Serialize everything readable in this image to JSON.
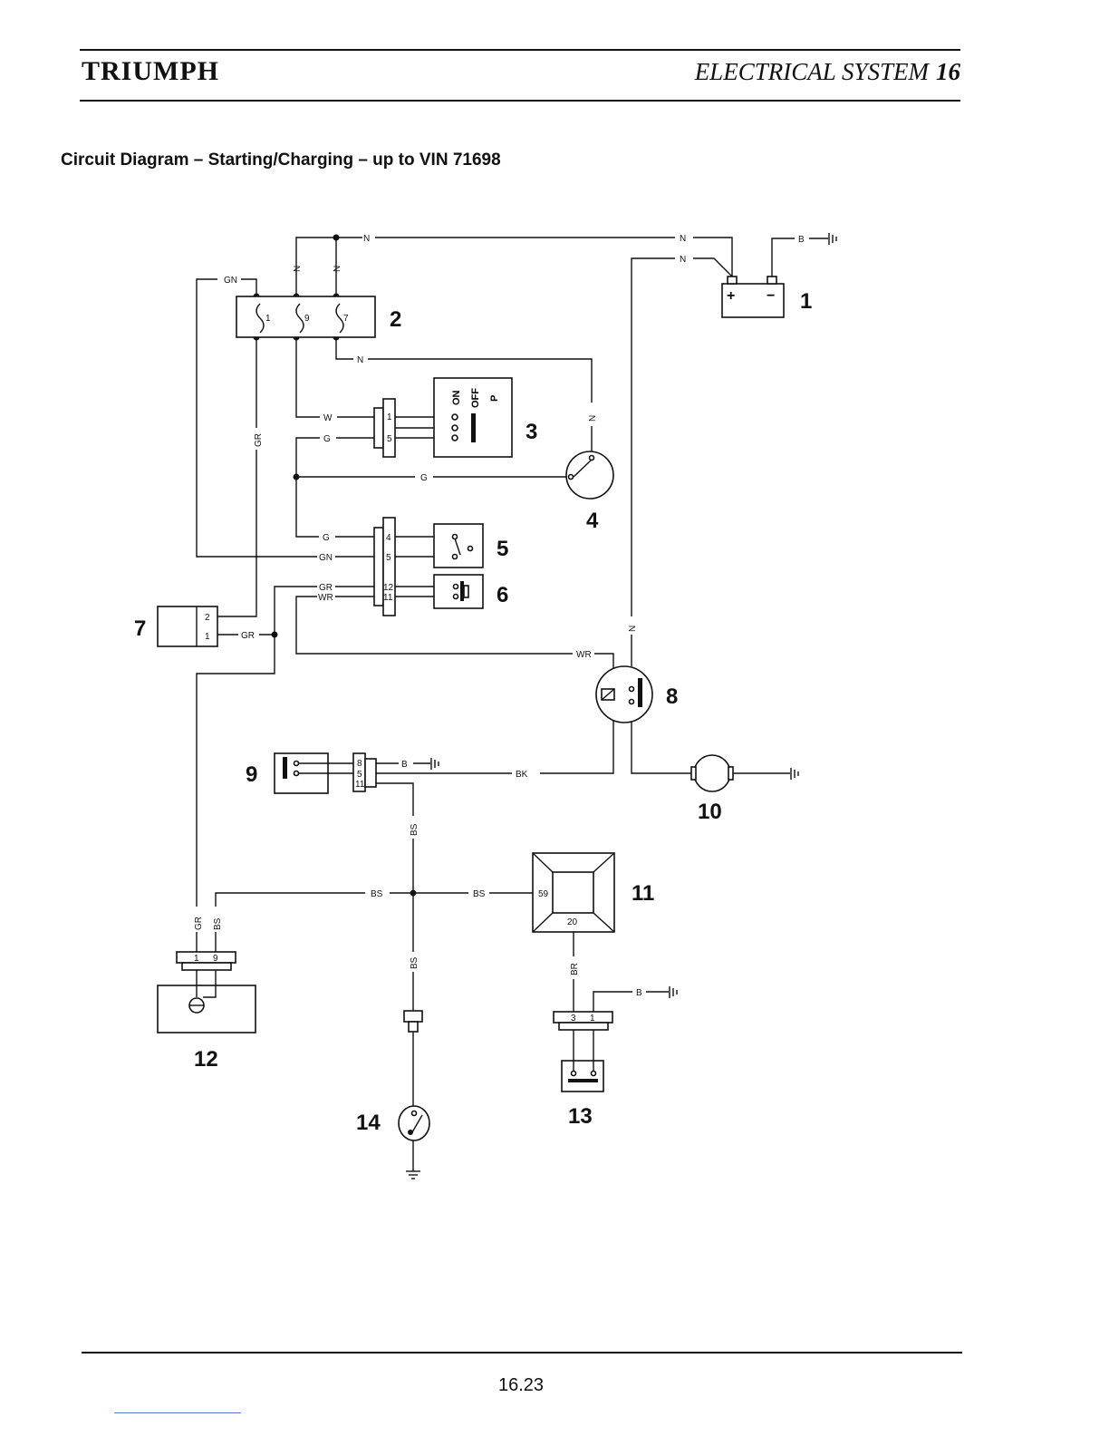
{
  "header": {
    "brand": "TRIUMPH",
    "section_title": "ELECTRICAL SYSTEM",
    "section_number": "16"
  },
  "page": {
    "title": "Circuit Diagram – Starting/Charging – up to VIN 71698",
    "page_number": "16.23"
  },
  "diagram": {
    "wire_labels": {
      "n": "N",
      "gn": "GN",
      "gr": "GR",
      "w": "W",
      "g": "G",
      "wr": "WR",
      "bk": "BK",
      "bs": "BS",
      "br": "BR",
      "b": "B"
    },
    "battery_terminals": {
      "pos": "+",
      "neg": "−"
    },
    "switch_positions": {
      "on": "ON",
      "off": "OFF",
      "p": "P"
    },
    "pins": {
      "c2_a": "1",
      "c2_b": "9",
      "c2_c": "7",
      "c3_a": "1",
      "c3_b": "5",
      "cc_a": "4",
      "cc_b": "5",
      "cc_c": "12",
      "cc_d": "11",
      "c7_a": "2",
      "c7_b": "1",
      "c9_a": "8",
      "c9_b": "5",
      "c9_c": "11",
      "c11_a": "59",
      "c11_b": "20",
      "c12_a": "1",
      "c12_b": "9",
      "c13_a": "3",
      "c13_b": "1"
    },
    "component_numbers": [
      "1",
      "2",
      "3",
      "4",
      "5",
      "6",
      "7",
      "8",
      "9",
      "10",
      "11",
      "12",
      "13",
      "14"
    ]
  }
}
